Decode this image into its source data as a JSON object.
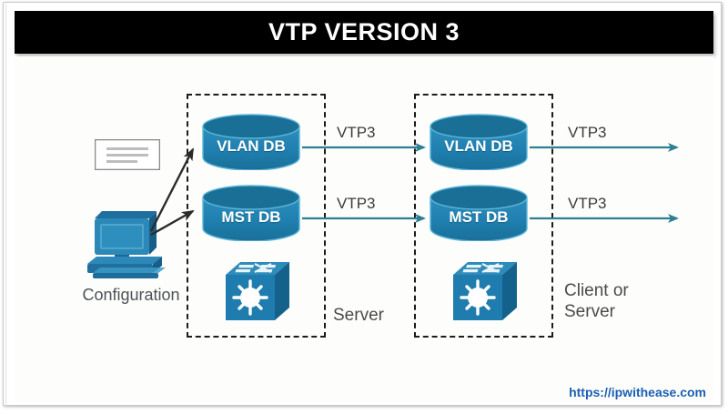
{
  "header": {
    "title": "VTP VERSION 3"
  },
  "diagram": {
    "source": {
      "label": "Configuration",
      "icon": "workstation-icon",
      "document_icon": "document-lines-icon"
    },
    "groups": [
      {
        "id": "server-group",
        "role_label": "Server",
        "switch_icon": "network-switch-icon",
        "databases": [
          {
            "id": "vlan-db-left",
            "label": "VLAN DB",
            "icon": "database-cylinder-icon"
          },
          {
            "id": "mst-db-left",
            "label": "MST DB",
            "icon": "database-cylinder-icon"
          }
        ]
      },
      {
        "id": "client-or-server-group",
        "role_label": "Client or Server",
        "role_label_line1": "Client or",
        "role_label_line2": "Server",
        "switch_icon": "network-switch-icon",
        "databases": [
          {
            "id": "vlan-db-right",
            "label": "VLAN DB",
            "icon": "database-cylinder-icon"
          },
          {
            "id": "mst-db-right",
            "label": "MST DB",
            "icon": "database-cylinder-icon"
          }
        ]
      }
    ],
    "flows": [
      {
        "id": "flow-vlan-mid",
        "label": "VTP3"
      },
      {
        "id": "flow-mst-mid",
        "label": "VTP3"
      },
      {
        "id": "flow-vlan-out",
        "label": "VTP3"
      },
      {
        "id": "flow-mst-out",
        "label": "VTP3"
      }
    ]
  },
  "watermark": {
    "text": "https://ipwithease.com"
  },
  "colors": {
    "banner_bg": "#000000",
    "banner_text": "#ffffff",
    "db_fill": "#1c7fad",
    "db_top": "#1a6f96",
    "arrow_teal": "#2d7f92",
    "arrow_dark": "#2b2b2b",
    "watermark": "#1a5fb4",
    "dashed_border": "#1c1c1c"
  }
}
